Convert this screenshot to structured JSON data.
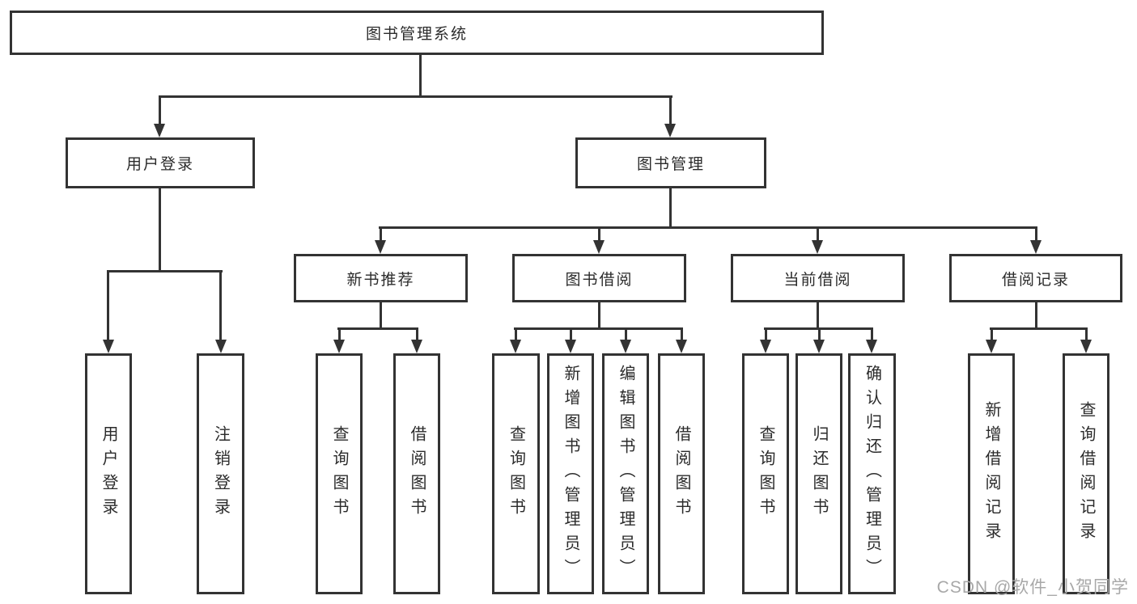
{
  "diagram_type": "hierarchy-tree",
  "colors": {
    "line": "#333333",
    "box_border": "#333333",
    "box_fill": "#ffffff",
    "text": "#2b2b2b",
    "watermark": "#a8a8a8",
    "background": "#ffffff"
  },
  "tree": {
    "label": "图书管理系统",
    "children": [
      {
        "label": "用户登录",
        "children": [
          {
            "label": "用户登录"
          },
          {
            "label": "注销登录"
          }
        ]
      },
      {
        "label": "图书管理",
        "children": [
          {
            "label": "新书推荐",
            "children": [
              {
                "label": "查询图书"
              },
              {
                "label": "借阅图书"
              }
            ]
          },
          {
            "label": "图书借阅",
            "children": [
              {
                "label": "查询图书"
              },
              {
                "label": "新增图书（管理员）"
              },
              {
                "label": "编辑图书（管理员）"
              },
              {
                "label": "借阅图书"
              }
            ]
          },
          {
            "label": "当前借阅",
            "children": [
              {
                "label": "查询图书"
              },
              {
                "label": "归还图书"
              },
              {
                "label": "确认归还（管理员）"
              }
            ]
          },
          {
            "label": "借阅记录",
            "children": [
              {
                "label": "新增借阅记录"
              },
              {
                "label": "查询借阅记录"
              }
            ]
          }
        ]
      }
    ]
  },
  "watermark": {
    "text": "CSDN @软件_小贺同学"
  }
}
